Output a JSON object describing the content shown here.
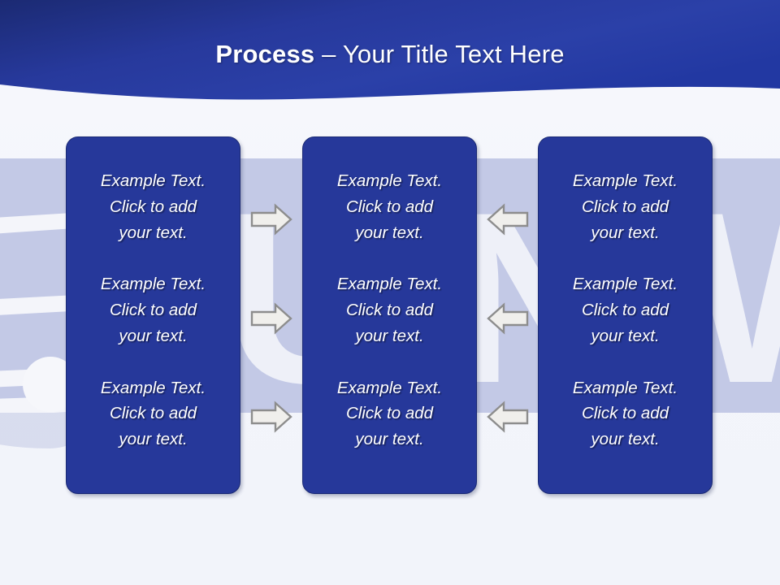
{
  "slide": {
    "title_strong": "Process",
    "title_rest": " – Your Title Text Here",
    "background_color": "#f4f6fb",
    "accent_color": "#26389a",
    "header_color": "#21348f",
    "watermark_band_color": "#c3c9e6"
  },
  "watermark": {
    "letters": [
      "U",
      "N",
      "W"
    ],
    "shapes": [
      "window-grid",
      "circle"
    ]
  },
  "columns": [
    {
      "name": "column-1",
      "blocks": [
        "Example Text.\nClick  to add\nyour text.",
        "Example Text.\nClick  to add\nyour text.",
        "Example Text.\nClick  to add\nyour text."
      ]
    },
    {
      "name": "column-2",
      "blocks": [
        "Example Text.\nClick  to add\nyour text.",
        "Example Text.\nClick  to add\nyour text.",
        "Example Text.\nClick  to add\nyour text."
      ]
    },
    {
      "name": "column-3",
      "blocks": [
        "Example Text.\nClick  to add\nyour text.",
        "Example Text.\nClick  to add\nyour text.",
        "Example Text.\nClick  to add\nyour text."
      ]
    }
  ],
  "connectors": {
    "left_group_direction": "right",
    "right_group_direction": "left",
    "fill_color": "#f0efec",
    "stroke_color": "#8d8d8d",
    "rows": 3
  }
}
